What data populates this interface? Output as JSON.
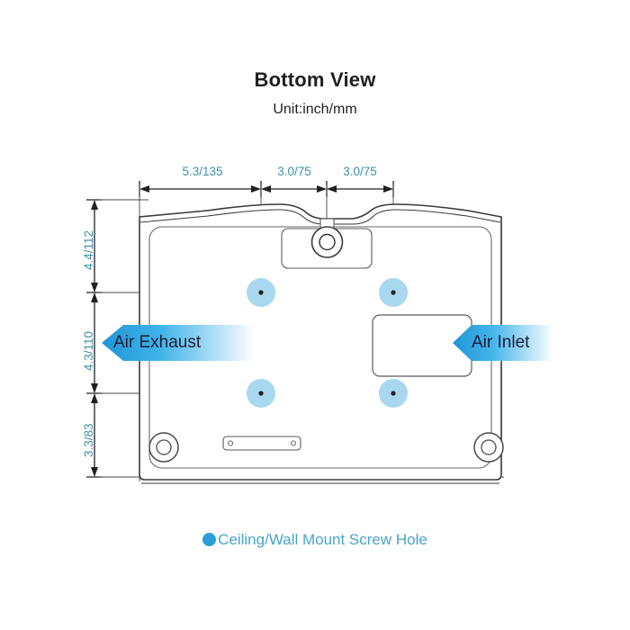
{
  "header": {
    "title": "Bottom View",
    "subtitle": "Unit:inch/mm"
  },
  "dimensions": {
    "horizontal": [
      {
        "label": "5.3/135",
        "inch": 5.3,
        "mm": 135
      },
      {
        "label": "3.0/75",
        "inch": 3.0,
        "mm": 75
      },
      {
        "label": "3.0/75",
        "inch": 3.0,
        "mm": 75
      }
    ],
    "vertical": [
      {
        "label": "4.4/112",
        "inch": 4.4,
        "mm": 112
      },
      {
        "label": "4.3/110",
        "inch": 4.3,
        "mm": 110
      },
      {
        "label": "3.3/83",
        "inch": 3.3,
        "mm": 83
      }
    ]
  },
  "airflow": {
    "exhaust_label": "Air Exhaust",
    "inlet_label": "Air Inlet"
  },
  "legend": {
    "text": "Ceiling/Wall Mount Screw Hole"
  },
  "colors": {
    "dimension_text": "#3f90a6",
    "legend_text": "#4aa3c9",
    "legend_dot": "#2b9fd8",
    "screw_hole": "#a8d8ef",
    "arrow_blue": "#29a3e0",
    "outline": "#3a3a3a",
    "title_text": "#231f20"
  }
}
